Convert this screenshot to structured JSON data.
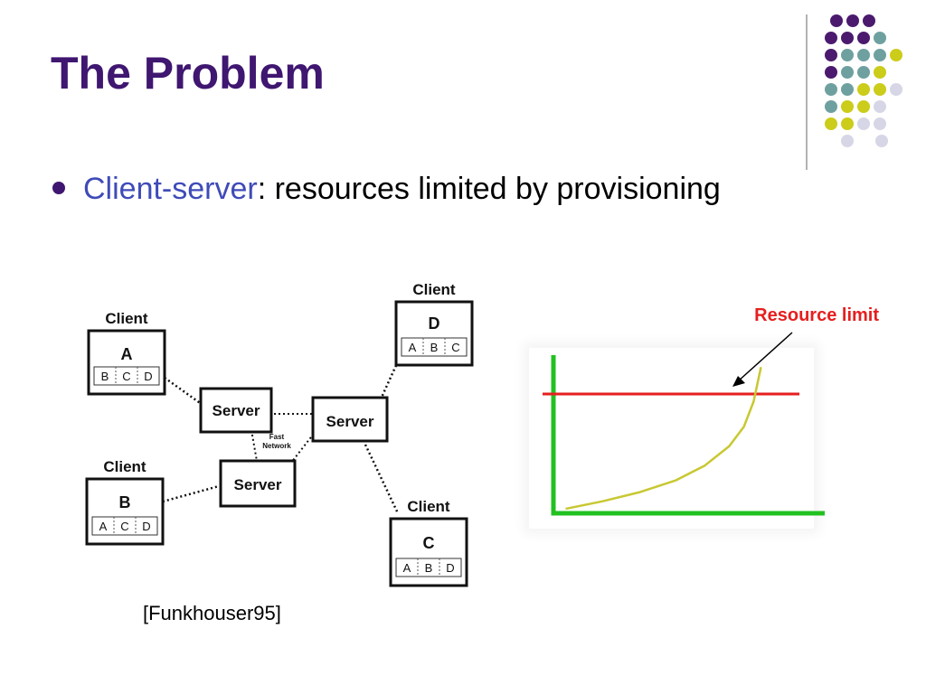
{
  "slide": {
    "title": "The Problem",
    "bullet": {
      "term": "Client-server",
      "rest": ": resources limited by provisioning"
    },
    "caption": "[Funkhouser95]"
  },
  "diagram": {
    "clients": [
      {
        "heading": "Client",
        "letter": "A",
        "cells": [
          "B",
          "C",
          "D"
        ]
      },
      {
        "heading": "Client",
        "letter": "B",
        "cells": [
          "A",
          "C",
          "D"
        ]
      },
      {
        "heading": "Client",
        "letter": "C",
        "cells": [
          "A",
          "B",
          "D"
        ]
      },
      {
        "heading": "Client",
        "letter": "D",
        "cells": [
          "A",
          "B",
          "C"
        ]
      }
    ],
    "servers": [
      "Server",
      "Server",
      "Server"
    ],
    "network_label": [
      "Fast",
      "Network"
    ]
  },
  "chart_data": {
    "type": "line",
    "annotation": "Resource limit",
    "series": [
      {
        "values": [
          [
            0.05,
            0.03
          ],
          [
            0.2,
            0.08
          ],
          [
            0.35,
            0.14
          ],
          [
            0.5,
            0.22
          ],
          [
            0.62,
            0.32
          ],
          [
            0.72,
            0.45
          ],
          [
            0.78,
            0.58
          ],
          [
            0.82,
            0.75
          ],
          [
            0.85,
            0.98
          ]
        ]
      }
    ],
    "limit_y": 0.8,
    "xlim": [
      0,
      1
    ],
    "ylim": [
      0,
      1
    ],
    "colors": {
      "curve": "#c8c832",
      "limit": "#e61e1e",
      "axes": "#22c122",
      "arrow": "#000000"
    }
  },
  "decor": {
    "colors": {
      "purple": "#4b1a6e",
      "teal": "#6fa0a0",
      "yellow": "#cccc1a",
      "lavender": "#d6d6e6"
    }
  }
}
